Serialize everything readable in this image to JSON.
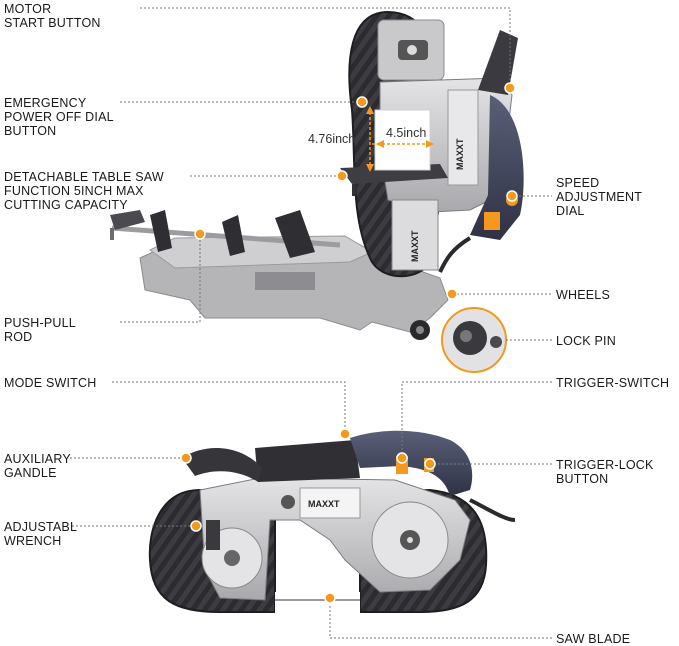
{
  "colors": {
    "accent": "#f39a1e",
    "leader": "#777777",
    "body_gray": "#bfbfc1",
    "dark": "#3b3b40",
    "navy": "#3d4156"
  },
  "labels": {
    "motor_start": "MOTOR\nSTART BUTTON",
    "emergency": "EMERGENCY\nPOWER OFF DIAL\nBUTTON",
    "detachable": "DETACHABLE TABLE SAW\nFUNCTION 5INCH MAX\nCUTTING CAPACITY",
    "push_pull": "PUSH-PULL\nROD",
    "speed": "SPEED\nADJUSTMENT\nDIAL",
    "wheels": "WHEELS",
    "lock_pin": "LOCK PIN",
    "mode_switch": "MODE SWITCH",
    "trigger_switch": "TRIGGER-SWITCH",
    "auxiliary": "AUXILIARY\nGANDLE",
    "trigger_lock": "TRIGGER-LOCK\nBUTTON",
    "wrench": "ADJUSTABL\nWRENCH",
    "saw_blade": "SAW BLADE"
  },
  "dimensions": {
    "height": "4.76inch",
    "width": "4.5inch"
  },
  "brand": {
    "top": "MAXXT",
    "bottom": "MAXXT"
  }
}
